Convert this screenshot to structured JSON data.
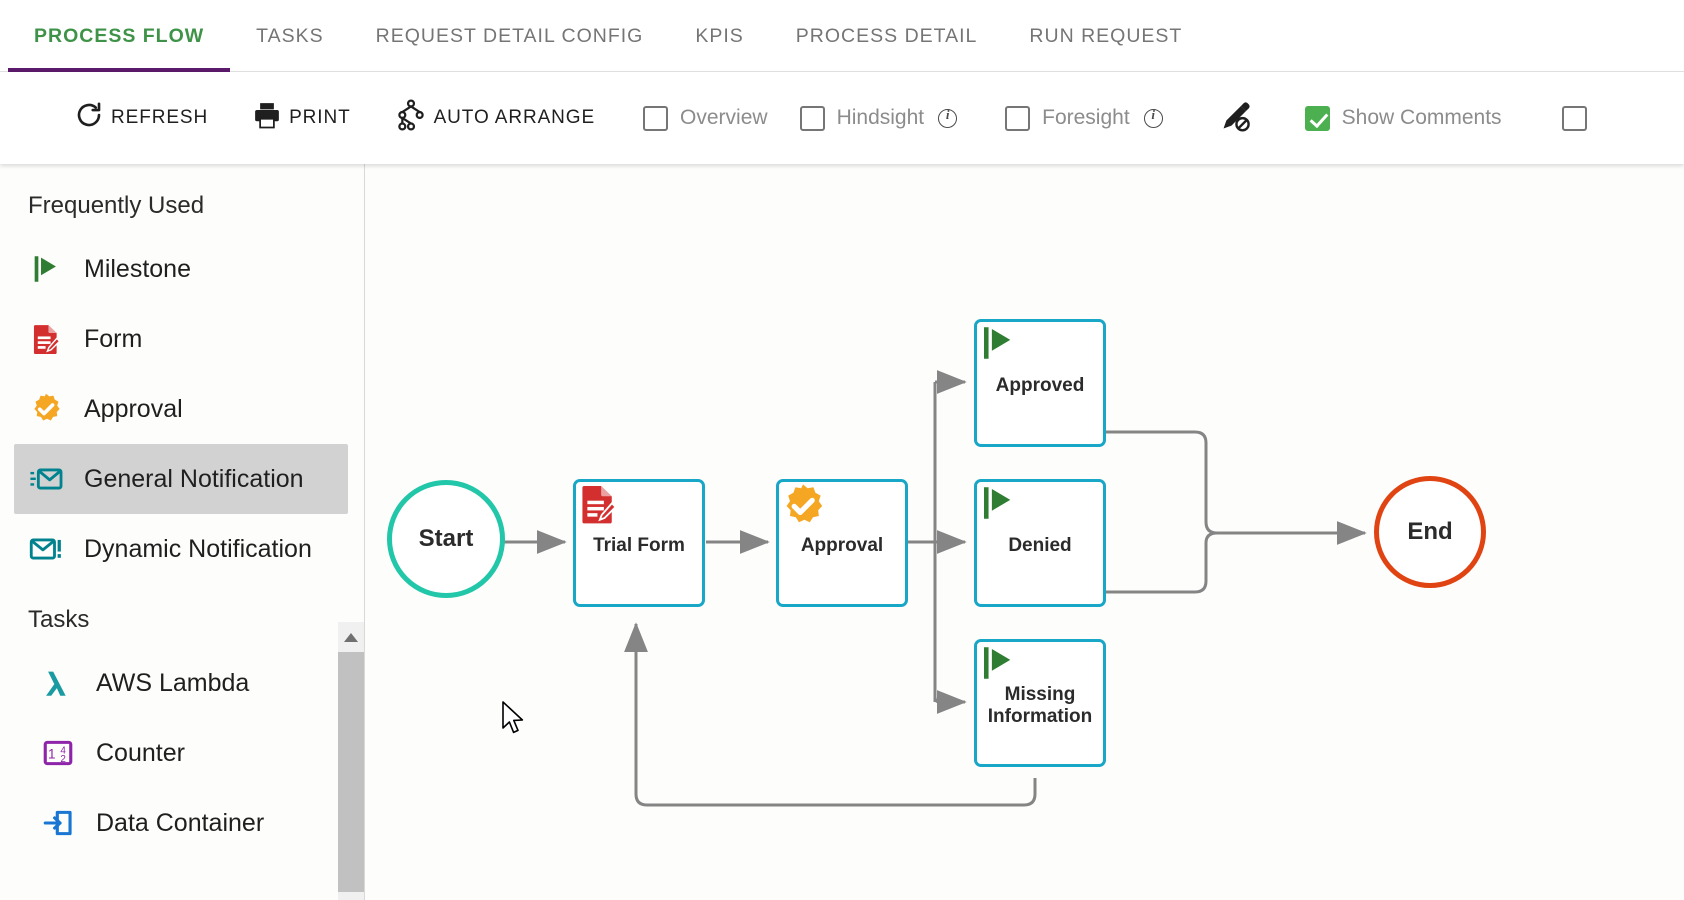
{
  "tabs": [
    {
      "label": "PROCESS FLOW",
      "active": true
    },
    {
      "label": "TASKS",
      "active": false
    },
    {
      "label": "REQUEST DETAIL CONFIG",
      "active": false
    },
    {
      "label": "KPIS",
      "active": false
    },
    {
      "label": "PROCESS DETAIL",
      "active": false
    },
    {
      "label": "RUN REQUEST",
      "active": false
    }
  ],
  "toolbar": {
    "refresh_label": "REFRESH",
    "print_label": "PRINT",
    "auto_arrange_label": "AUTO ARRANGE",
    "overview_label": "Overview",
    "overview_checked": false,
    "hindsight_label": "Hindsight",
    "hindsight_checked": false,
    "hindsight_info": true,
    "foresight_label": "Foresight",
    "foresight_checked": false,
    "foresight_info": true,
    "pen_icon": "pen-disabled-icon",
    "show_comments_label": "Show Comments",
    "show_comments_checked": true,
    "trailing_checkbox_checked": false
  },
  "sidebar": {
    "groups": [
      {
        "title": "Frequently Used",
        "items": [
          {
            "label": "Milestone",
            "icon": "milestone-flag-icon",
            "color": "#2e7d32",
            "selected": false
          },
          {
            "label": "Form",
            "icon": "form-document-icon",
            "color": "#d32f2f",
            "selected": false
          },
          {
            "label": "Approval",
            "icon": "approval-badge-icon",
            "color": "#f5a623",
            "selected": false
          },
          {
            "label": "General Notification",
            "icon": "general-notification-envelope-icon",
            "color": "#00838f",
            "selected": true
          },
          {
            "label": "Dynamic Notification",
            "icon": "dynamic-notification-envelope-icon",
            "color": "#00838f",
            "selected": false
          }
        ]
      },
      {
        "title": "Tasks",
        "items": [
          {
            "label": "AWS Lambda",
            "icon": "aws-lambda-icon",
            "color": "#1a9ba1",
            "selected": false
          },
          {
            "label": "Counter",
            "icon": "counter-icon",
            "color": "#8e24aa",
            "selected": false
          },
          {
            "label": "Data Container",
            "icon": "data-container-icon",
            "color": "#1976d2",
            "selected": false
          }
        ]
      }
    ]
  },
  "flow": {
    "start_label": "Start",
    "end_label": "End",
    "nodes": [
      {
        "id": "trial-form",
        "label": "Trial Form",
        "icon": "form-document-icon"
      },
      {
        "id": "approval",
        "label": "Approval",
        "icon": "approval-badge-icon"
      },
      {
        "id": "approved",
        "label": "Approved",
        "icon": "milestone-flag-icon"
      },
      {
        "id": "denied",
        "label": "Denied",
        "icon": "milestone-flag-icon"
      },
      {
        "id": "missing-information",
        "label": "Missing\nInformation",
        "label_line1": "Missing",
        "label_line2": "Information",
        "icon": "milestone-flag-icon"
      }
    ]
  },
  "colors": {
    "active_tab_text": "#3e9348",
    "active_tab_underline": "#5c1a6b",
    "node_border": "#19a7c8",
    "start_circle": "#22c6a8",
    "end_circle": "#e04412",
    "connector": "#858585",
    "check_green": "#4caf50"
  }
}
